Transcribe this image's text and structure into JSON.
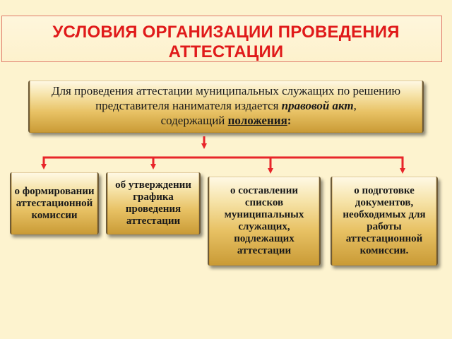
{
  "title": {
    "line1": "УСЛОВИЯ ОРГАНИЗАЦИИ ПРОВЕДЕНИЯ",
    "line2": "АТТЕСТАЦИИ"
  },
  "main": {
    "line1": "Для проведения аттестации муниципальных служащих по решению",
    "line2_prefix": "представителя нанимателя издается ",
    "line2_em": "правовой акт",
    "line2_suffix": ",",
    "line3_prefix": "содержащий ",
    "line3_ul": "положения",
    "line3_suffix": ":"
  },
  "boxes": [
    {
      "text": "о формировании аттестационной комиссии"
    },
    {
      "text": "об утверждении графика проведения аттестации"
    },
    {
      "text": "о составлении списков муниципальных служащих, подлежащих аттестации"
    },
    {
      "text": "о подготовке документов, необходимых для работы аттестационной комиссии."
    }
  ],
  "colors": {
    "title": "#e01a1a",
    "arrow": "#e8252a",
    "background": "#fdf3cf"
  }
}
